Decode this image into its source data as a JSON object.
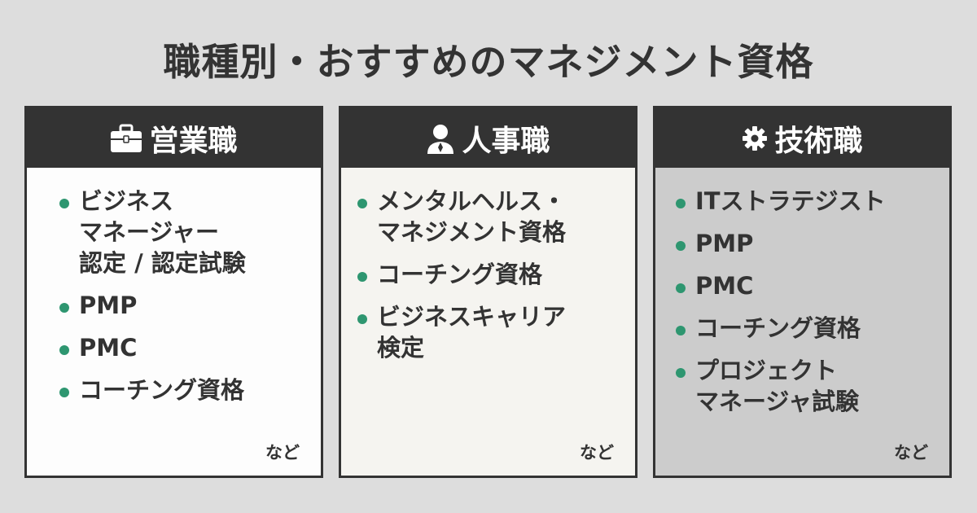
{
  "title": "職種別・おすすめのマネジメント資格",
  "colors": {
    "background": "#dddddd",
    "header": "#333333",
    "bullet": "#2e9670",
    "card1_body": "#fdfdfd",
    "card2_body": "#f5f4f0",
    "card3_body": "#cccccc"
  },
  "cards": [
    {
      "icon": "briefcase-icon",
      "heading": "営業職",
      "items": [
        "ビジネス\nマネージャー\n認定 / 認定試験",
        "PMP",
        "PMC",
        "コーチング資格"
      ],
      "footnote": "など"
    },
    {
      "icon": "person-icon",
      "heading": "人事職",
      "items": [
        "メンタルヘルス・\nマネジメント資格",
        "コーチング資格",
        "ビジネスキャリア\n検定"
      ],
      "footnote": "など"
    },
    {
      "icon": "gear-icon",
      "heading": "技術職",
      "items": [
        "ITストラテジスト",
        "PMP",
        "PMC",
        "コーチング資格",
        "プロジェクト\nマネージャ試験"
      ],
      "footnote": "など"
    }
  ]
}
